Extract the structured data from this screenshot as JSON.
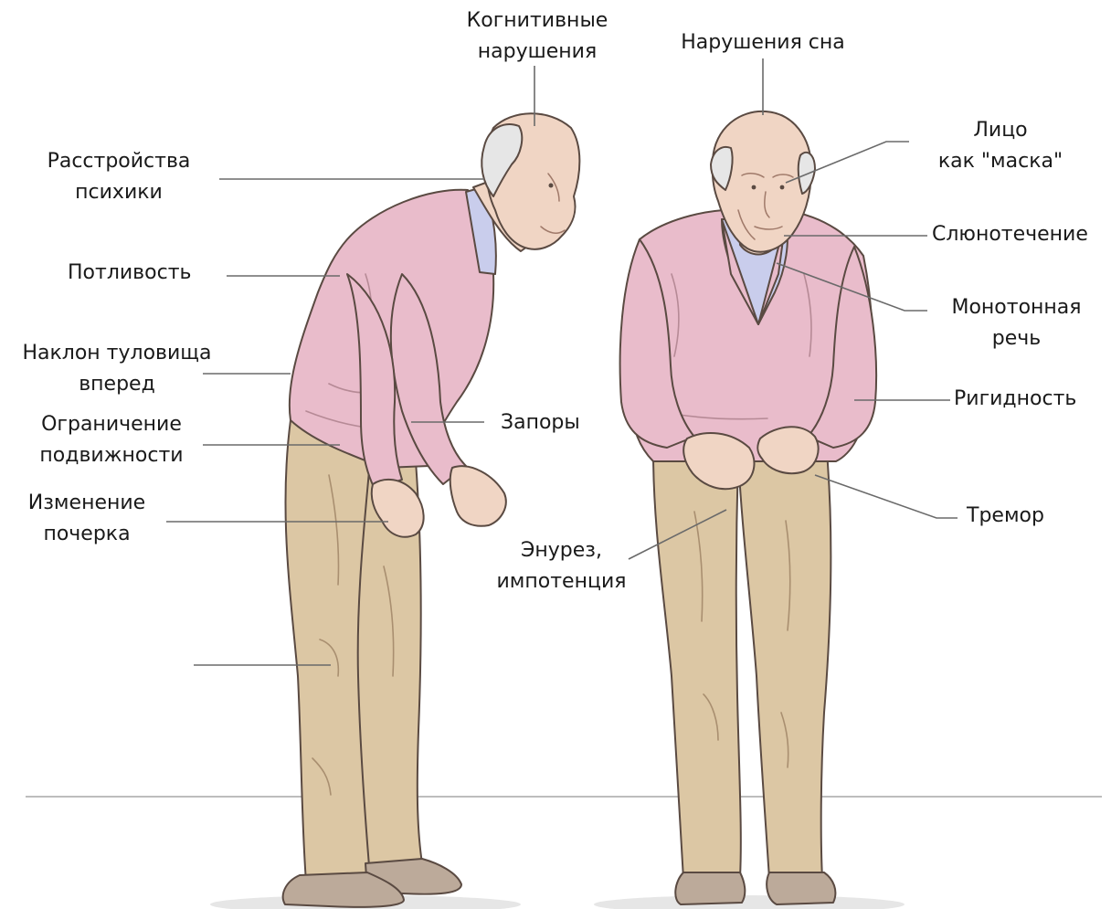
{
  "labels": {
    "cognitive": [
      "Когнитивные",
      "нарушения"
    ],
    "sleep": [
      "Нарушения сна"
    ],
    "psyche": [
      "Расстройства",
      "психики"
    ],
    "mask_face": [
      "Лицо",
      "как \"маска\""
    ],
    "sweating": [
      "Потливость"
    ],
    "salivation": [
      "Слюнотечение"
    ],
    "monotone": [
      "Монотонная",
      "речь"
    ],
    "trunk_tilt": [
      "Наклон туловища",
      "вперед"
    ],
    "rigidity": [
      "Ригидность"
    ],
    "mobility": [
      "Ограничение",
      "подвижности"
    ],
    "constipation": [
      "Запоры"
    ],
    "handwriting": [
      "Изменение",
      "почерка"
    ],
    "tremor": [
      "Тремор"
    ],
    "enuresis": [
      "Энурез,",
      "импотенция"
    ]
  },
  "colors": {
    "sweater": "#e9bccb",
    "collar": "#c9cdec",
    "trousers": "#dcc7a4",
    "skin": "#f0d5c4",
    "hair": "#e6e6e6",
    "shoes": "#bcaa9a",
    "leader": "#6a6a6a",
    "floor": "#bdbdbd"
  }
}
